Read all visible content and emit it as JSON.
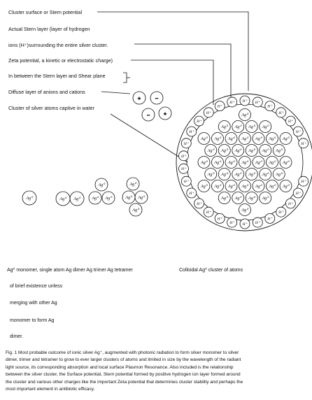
{
  "labels": [
    "Cluster surface or Stern potential",
    "Actual Stern layer (layer of hydrogen",
    "ions (H⁺)surrounding the entire silver cluster.",
    "Zeta potential, a kinetic or electrostatic charge)",
    "In between the Stern layer and Shear plane",
    "Diffuse layer of anions and cations",
    "Cluster of silver atoms captive in water"
  ],
  "symbols": {
    "silver_atom": "Ag⁰",
    "hydrogen_ion": "H⁺",
    "plus": "+",
    "minus": "−"
  },
  "species_labels": {
    "monomer_line1": "Ag⁰ monomer, single atom  Ag dimer  Ag trimer   Ag tetramer",
    "cluster": "Colloidal Ag⁰ cluster of atoms",
    "monomer_line2": "of brief existence unless",
    "monomer_line3": "merging with other Ag",
    "monomer_line4": "monomer to form Ag",
    "monomer_line5": "dimer."
  },
  "caption": {
    "line1": "Fig. 1 Most probable outcome of ionic silver Ag⁺, augmented with photonic radiation to form silver monomer to silver",
    "line2": "dimer, trimer and tetramer to grow to ever larger clusters of atoms and limited in size by the wavelength of the radiant",
    "line3": "light source,  its corresponding absorption and local surface Plasmon Resonance. Also included is the relationship",
    "line4": "between the silver cluster, the Surface potential, Stern potential formed by positive hydrogen ion layer formed around",
    "line5": "the cluster and various other charges like the important Zeta potential that determines cluster stability and perhaps the",
    "line6": "most important element in antibiotic efficacy."
  }
}
